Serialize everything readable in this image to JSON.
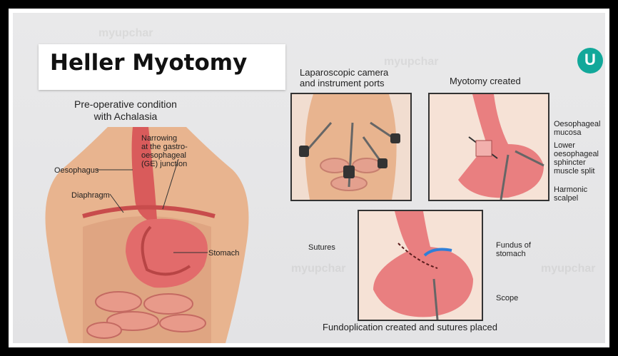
{
  "title": "Heller Myotomy",
  "left_caption": "Pre-operative condition\nwith Achalasia",
  "labels": {
    "narrowing": "Narrowing\nat the gastro-\noesophageal\n(GE) junction",
    "oesophagus": "Oesophagus",
    "diaphragm": "Diaphragm",
    "stomach": "Stomach"
  },
  "panel1_caption": "Laparoscopic camera\nand instrument ports",
  "panel2_caption": "Myotomy created",
  "panel2_labels": {
    "mucosa": "Oesophageal\nmucosa",
    "sphincter": "Lower\noesophageal\nsphincter\nmuscle split",
    "scalpel": "Harmonic\nscalpel"
  },
  "panel3_labels": {
    "sutures": "Sutures",
    "fundus": "Fundus of\nstomach",
    "scope": "Scope"
  },
  "panel3_caption": "Fundoplication created and sutures placed",
  "watermark": "myupchar",
  "logo_letter": "U",
  "colors": {
    "logo": "#12a89a",
    "skin": "#e8b48f",
    "organ": "#e26b6b"
  }
}
